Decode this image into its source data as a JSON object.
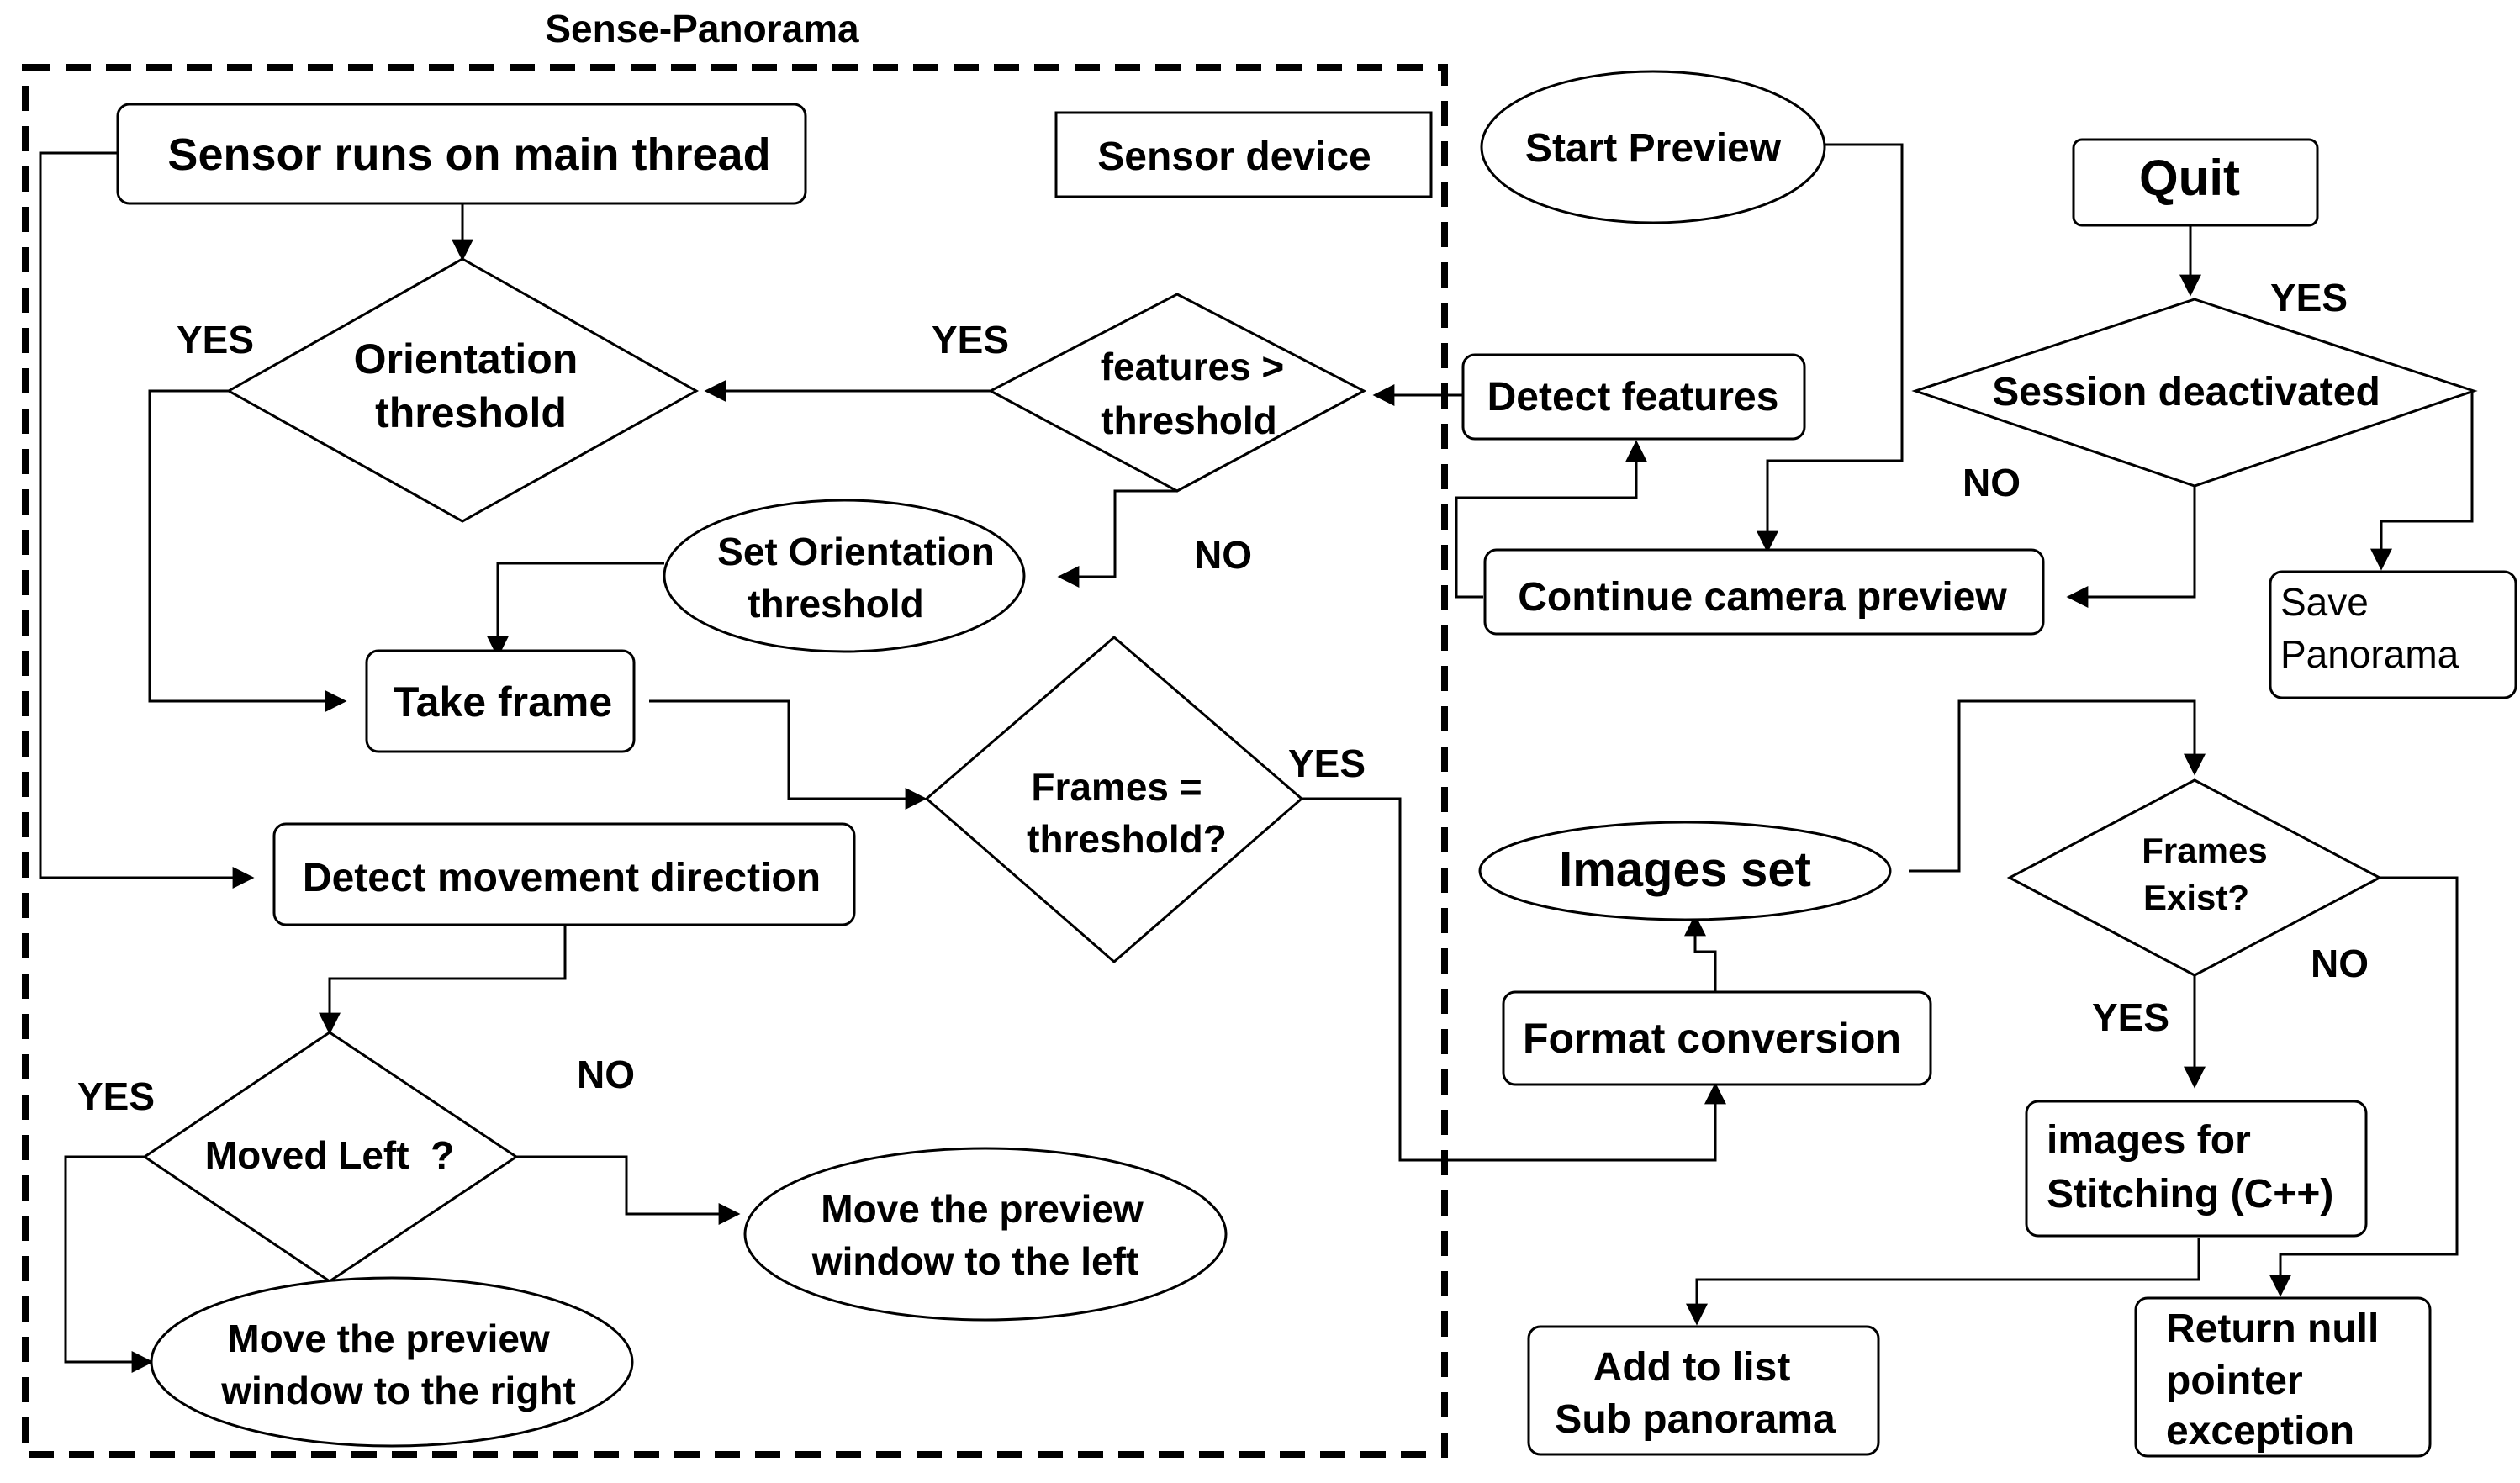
{
  "region_title": "Sense-Panorama",
  "nodes": {
    "sensor_main": "Sensor runs on main thread",
    "sensor_device": "Sensor device",
    "orientation_threshold": [
      "Orientation",
      "threshold"
    ],
    "features_threshold": [
      "features >",
      "threshold"
    ],
    "set_orientation": [
      "Set Orientation",
      "threshold"
    ],
    "take_frame": "Take frame",
    "frames_threshold": [
      "Frames =",
      "threshold?"
    ],
    "detect_movement": "Detect movement direction",
    "moved_left": "Moved Left  ?",
    "move_left": [
      "Move the preview",
      "window to the left"
    ],
    "move_right": [
      "Move the preview",
      "window to the right"
    ],
    "start_preview": "Start Preview",
    "detect_features": "Detect features",
    "continue_preview": "Continue camera preview",
    "quit": "Quit",
    "session_deactivated": "Session deactivated",
    "save_panorama": [
      "Save",
      "Panorama"
    ],
    "images_set": "Images set",
    "format_conversion": "Format conversion",
    "frames_exist": [
      "Frames",
      "Exist?"
    ],
    "images_stitching": [
      "images for",
      "Stitching (C++)"
    ],
    "add_to_list": [
      "Add to list",
      "Sub panorama"
    ],
    "return_null": [
      "Return null",
      "pointer",
      "exception"
    ]
  },
  "edge_labels": {
    "yes_orientation": "YES",
    "yes_features": "YES",
    "no_features": "NO",
    "yes_frames": "YES",
    "yes_moved": "YES",
    "no_moved": "NO",
    "yes_session": "YES",
    "no_session": "NO",
    "yes_exist": "YES",
    "no_exist": "NO"
  }
}
